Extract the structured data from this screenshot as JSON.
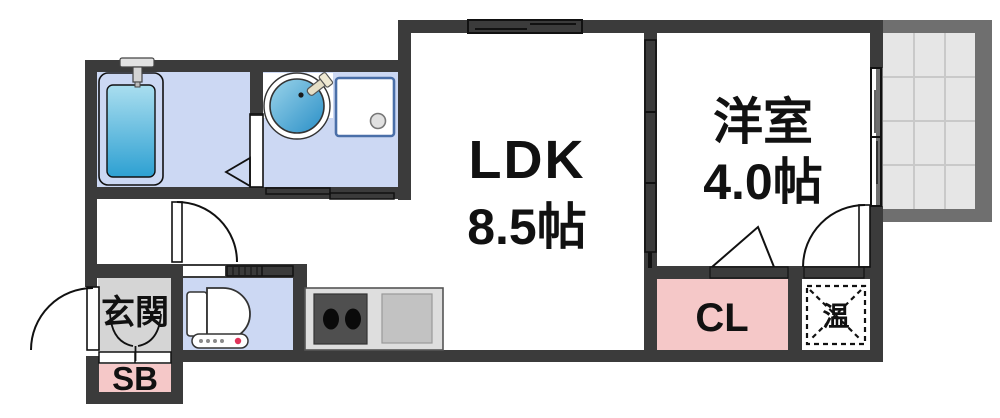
{
  "rooms": {
    "ldk": {
      "name": "LDK",
      "size": "8.5帖"
    },
    "western_room": {
      "name": "洋室",
      "size": "4.0帖"
    },
    "entrance": {
      "name": "玄関"
    },
    "shoe_box": {
      "name": "SB"
    },
    "closet": {
      "name": "CL"
    },
    "water_heater": {
      "name": "温"
    }
  },
  "fixtures": [
    "bathtub-icon",
    "bath-faucet-icon",
    "washbasin-icon",
    "washing-machine-pan-icon",
    "toilet-icon",
    "gas-stove-icon",
    "kitchen-counter-icon",
    "balcony",
    "entrance-door",
    "toilet-door",
    "bathroom-door",
    "water-heater-door",
    "closet-folding-door",
    "sliding-doors",
    "windows"
  ],
  "colors": {
    "wall": "#3b3b3b",
    "line": "#111111",
    "text": "#111111",
    "floor-blue": "#ccd8f3",
    "pink": "#f5c8c8",
    "genkan-gray": "#d5d5d5",
    "balcony-border": "#6f6f6f",
    "balcony-fill": "#e6e6e6",
    "balcony-grid": "#c9c9c9",
    "counter": "#dedede",
    "stove": "#4f4f4f",
    "stove-right": "#c2c2c2",
    "tub-top": "#aadeef",
    "tub-bottom": "#2da0d2",
    "basin-top": "#9bd4ea",
    "basin-bottom": "#2a8fc7",
    "pan-border": "#4a6fa8",
    "red-dot": "#e0335a"
  }
}
